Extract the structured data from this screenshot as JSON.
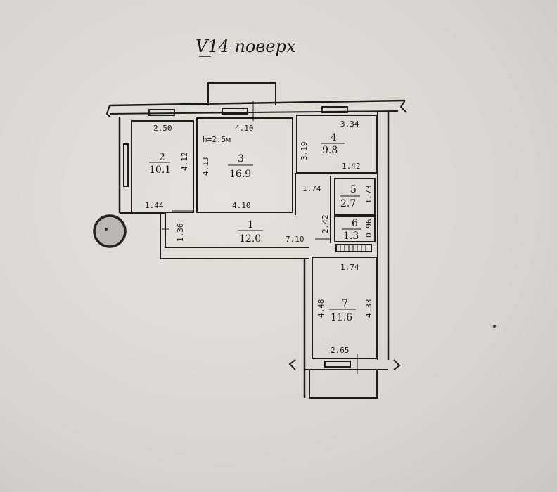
{
  "title": "V14 поверх",
  "height_note": "h=2.5м",
  "colors": {
    "ink": "#1c1c1c",
    "paper": "#dedcd4"
  },
  "rooms": [
    {
      "id": "1",
      "number": "1",
      "area": "12.0"
    },
    {
      "id": "2",
      "number": "2",
      "area": "10.1"
    },
    {
      "id": "3",
      "number": "3",
      "area": "16.9"
    },
    {
      "id": "4",
      "number": "4",
      "area": "9.8"
    },
    {
      "id": "5",
      "number": "5",
      "area": "2.7"
    },
    {
      "id": "6",
      "number": "6",
      "area": "1.3"
    },
    {
      "id": "7",
      "number": "7",
      "area": "11.6"
    }
  ],
  "dimensions": {
    "r2_top": "2.50",
    "r2_side": "4.12",
    "r2_bottom": "1.44",
    "r3_top": "4.10",
    "r3_side": "4.13",
    "r3_bottom": "4.10",
    "r4_top": "3.34",
    "r4_side": "3.19",
    "r4_bottom": "1.42",
    "r5_top": "1.74",
    "r5_side": "1.73",
    "r6_side": "0.96",
    "hall_v1": "2.42",
    "hall_h": "7.10",
    "hall_left": "1.36",
    "r7_top": "1.74",
    "r7_left": "4.48",
    "r7_right": "4.33",
    "r7_bottom": "2.65"
  }
}
